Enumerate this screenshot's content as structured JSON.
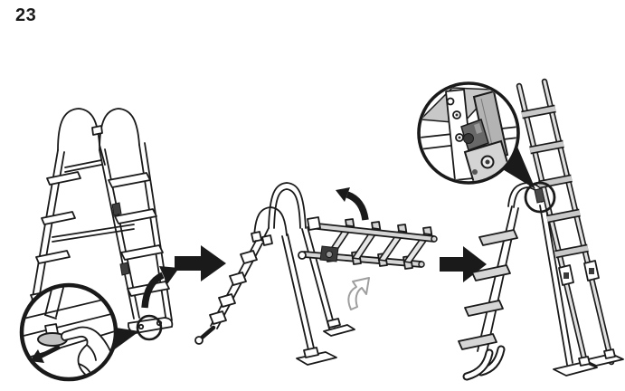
{
  "page": {
    "step_number": "23",
    "background": "#ffffff",
    "ink_color": "#1a1a1a",
    "metal_light": "#d6d6d6",
    "metal_mid": "#b3b3b3",
    "metal_dark": "#686868"
  },
  "figure": {
    "type": "assembly-instruction-sequence",
    "panels": [
      {
        "id": "panel-1",
        "graphic": "pool-ladder-folded-a-frame",
        "callout_icon": "magnifier-circle",
        "callout_content_icons": [
          "hand-press-icon",
          "release-button",
          "slide-left-arrow-icon"
        ],
        "motion_icon": "rotate-up-curved-arrow-icon"
      },
      {
        "id": "panel-2",
        "graphic": "pool-ladder-step-side-swung-up",
        "motion_icons": [
          "rotate-ccw-curved-arrow-icon",
          "swing-up-ghost-arrow-icon"
        ]
      },
      {
        "id": "panel-3",
        "graphic": "pool-ladder-unfolded-lock-engaged",
        "callout_icon": "magnifier-circle",
        "callout_content_icons": [
          "lock-bracket",
          "pivot-screw",
          "latch-block"
        ]
      }
    ],
    "connector_icons": [
      "next-step-right-arrow-icon",
      "next-step-right-arrow-icon"
    ]
  }
}
